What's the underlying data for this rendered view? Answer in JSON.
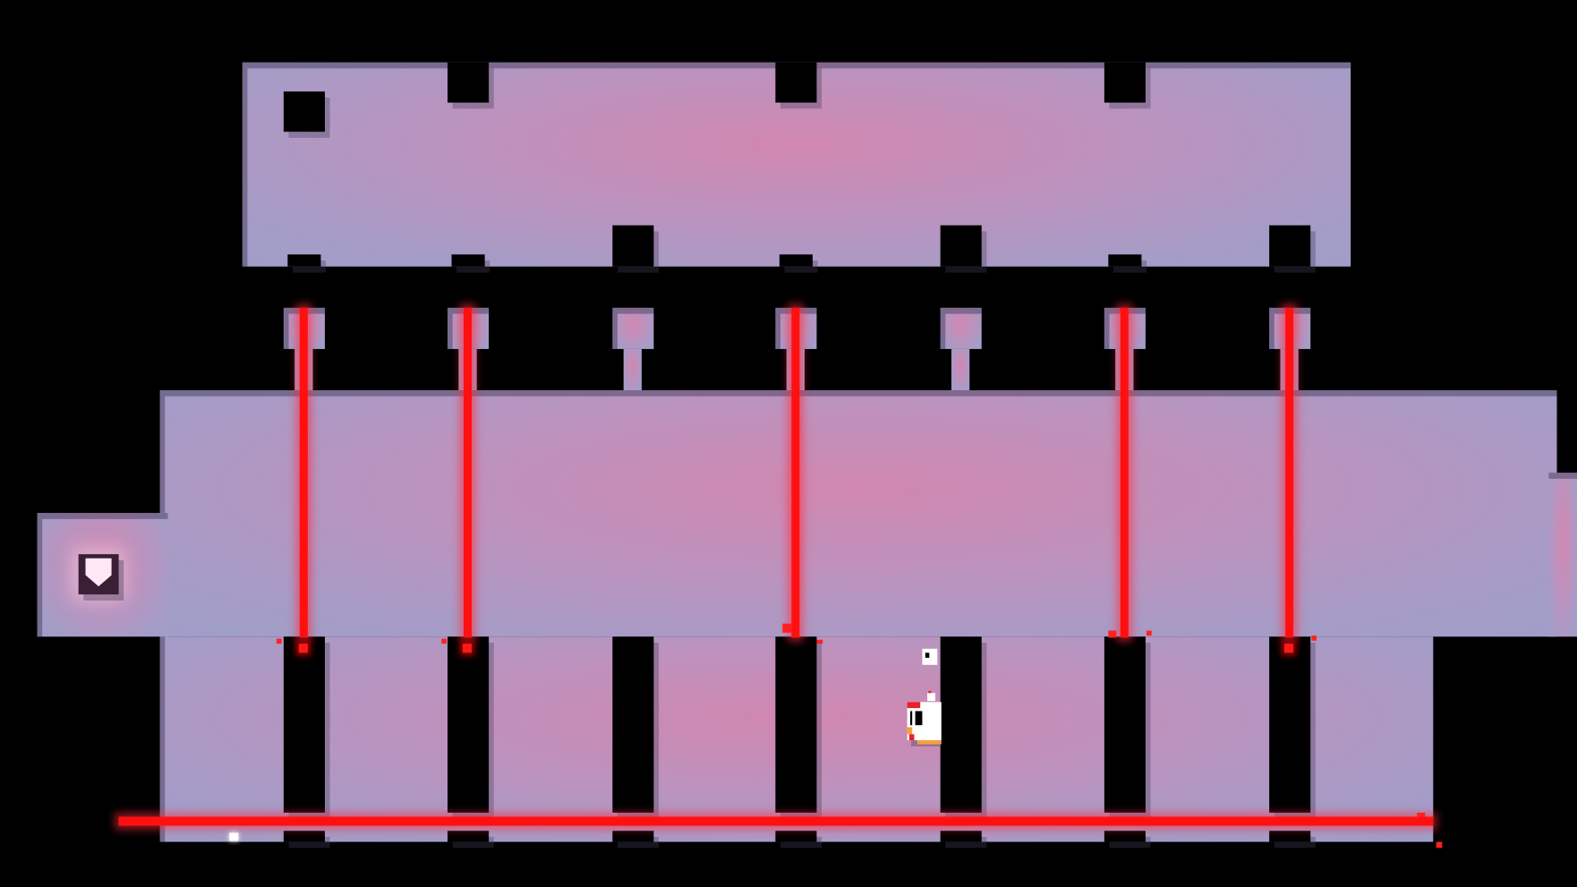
{
  "game": {
    "palette": {
      "background": "#000000",
      "room": "#bd92bd",
      "laser": "#ff1010",
      "player_body": "#ffffff",
      "player_comb": "#e8202a",
      "player_feet": "#f5a040"
    },
    "objects": [
      "laser-grid-room",
      "heart-checkpoint",
      "chicken-player",
      "ghost-companion",
      "chick"
    ]
  }
}
